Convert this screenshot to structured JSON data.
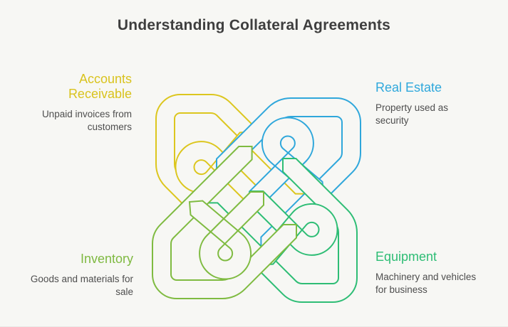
{
  "page": {
    "background": "#F7F7F4",
    "title": "Understanding Collateral Agreements",
    "title_color": "#3E3E3E"
  },
  "items": [
    {
      "id": "accounts-receivable",
      "position": "top-left",
      "label": "Accounts Receivable",
      "description": "Unpaid invoices from customers",
      "color": "#D9C31E"
    },
    {
      "id": "real-estate",
      "position": "top-right",
      "label": "Real Estate",
      "description": "Property used as security",
      "color": "#2FA8DC"
    },
    {
      "id": "inventory",
      "position": "bottom-left",
      "label": "Inventory",
      "description": "Goods and materials for sale",
      "color": "#7FB941"
    },
    {
      "id": "equipment",
      "position": "bottom-right",
      "label": "Equipment",
      "description": "Machinery and vehicles for business",
      "color": "#2EBD75"
    }
  ],
  "knot": {
    "type": "interlocking-ribbon-knot",
    "pieces_per_color": 2,
    "colors": {
      "yellow": "#DCC61E",
      "blue": "#2FA7DB",
      "emerald": "#2EBD75",
      "lime": "#7FBB41"
    }
  }
}
